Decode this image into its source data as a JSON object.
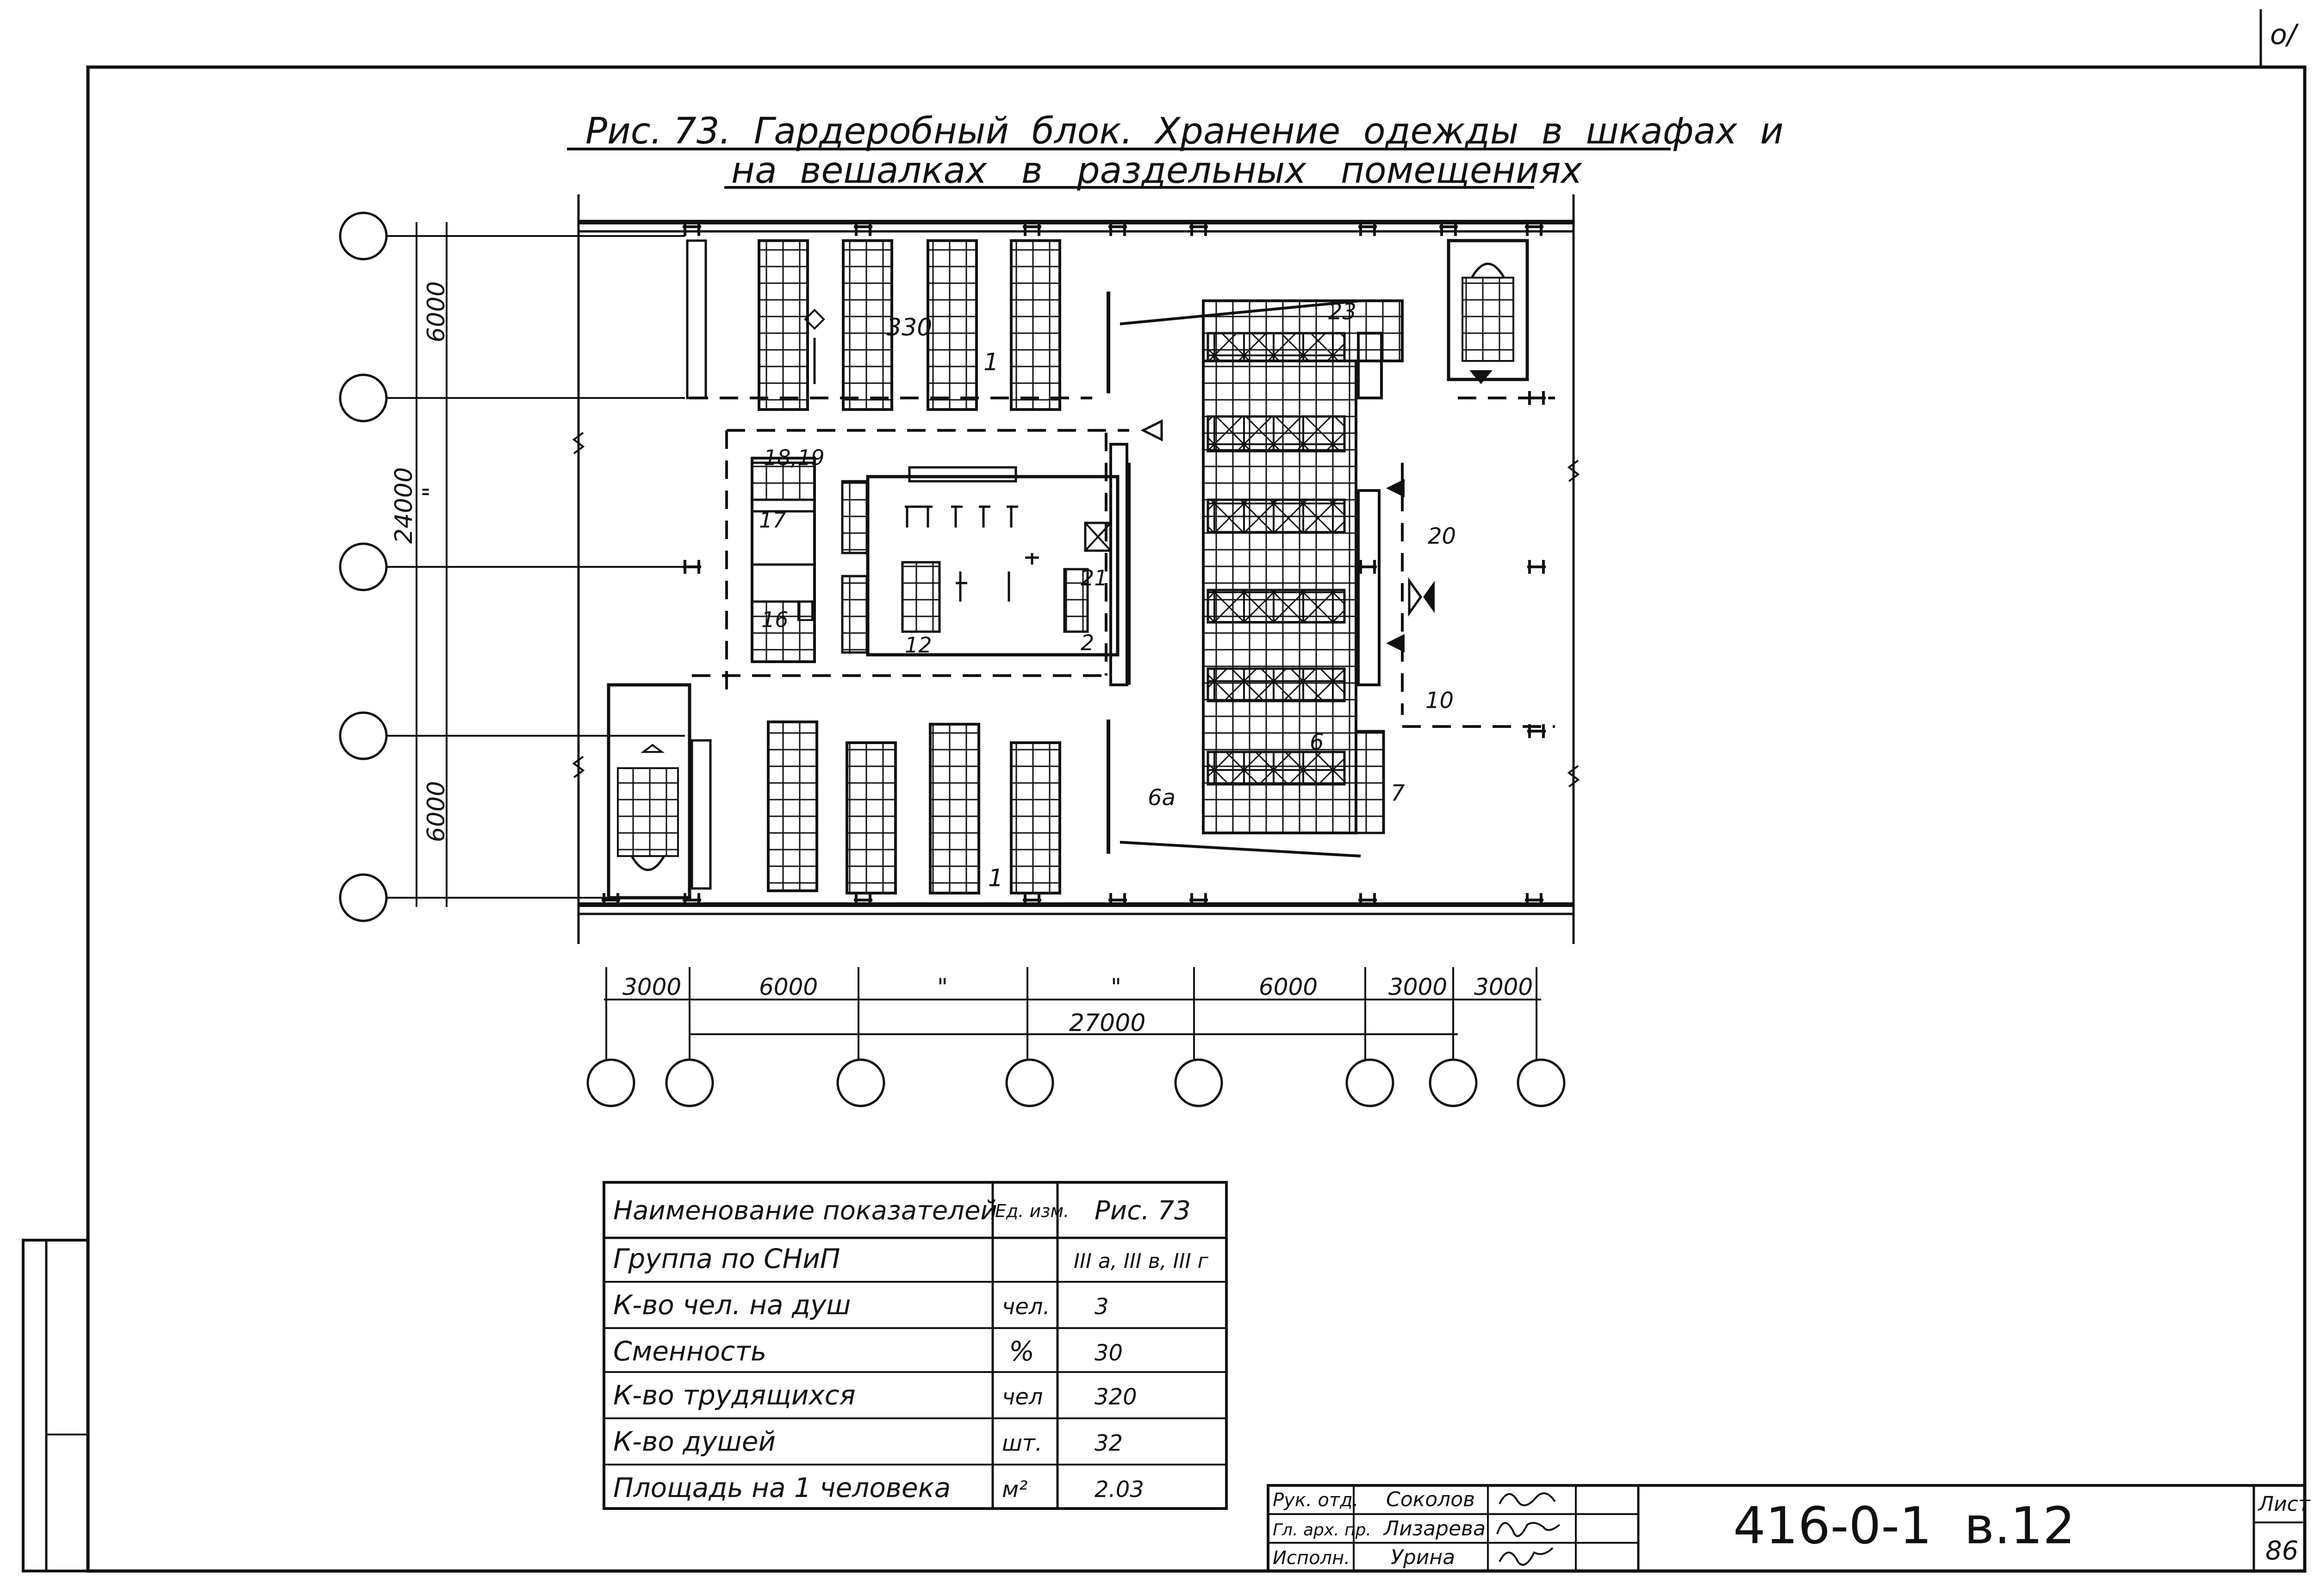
{
  "corner_mark": "о/",
  "title": {
    "line1": "Рис. 73.  Гардеробный  блок.  Хранение  одежды  в  шкафах  и",
    "line2": "на  вешалках   в   раздельных   помещениях"
  },
  "dimensions": {
    "left_top": "6000",
    "left_total": "24000",
    "left_ditto1": "\"",
    "left_bottom": "6000",
    "bottom": [
      "3000",
      "6000",
      "\"",
      "\"",
      "6000",
      "3000",
      "3000"
    ],
    "bottom_total": "27000"
  },
  "room_labels": {
    "r1_top": "1",
    "r330": "330",
    "r23": "23",
    "r18_19": "18,19",
    "r17": "17",
    "r16": "16",
    "r12": "12",
    "r21": "21",
    "r2": "2",
    "r20": "20",
    "r10": "10",
    "r6": "6",
    "r6a": "6а",
    "r7": "7",
    "r1_bottom": "1"
  },
  "table": {
    "header": [
      "Наименование показателей",
      "Ед. изм.",
      "Рис. 73"
    ],
    "rows": [
      [
        "Группа по СНиП",
        "",
        "III а, III в, III г"
      ],
      [
        "К-во чел. на душ",
        "чел.",
        "3"
      ],
      [
        "Сменность",
        "%",
        "30"
      ],
      [
        "К-во трудящихся",
        "чел",
        "320"
      ],
      [
        "К-во душей",
        "шт.",
        "32"
      ],
      [
        "Площадь на 1 человека",
        "м²",
        "2.03"
      ]
    ]
  },
  "stamp": {
    "roles": [
      "Рук. отд.",
      "Гл. арх. пр.",
      "Исполн."
    ],
    "names": [
      "Соколов",
      "Лизарева",
      "Урина"
    ],
    "code": "416-0-1  в.12",
    "sheet_label": "Лист",
    "sheet_number": "86"
  }
}
